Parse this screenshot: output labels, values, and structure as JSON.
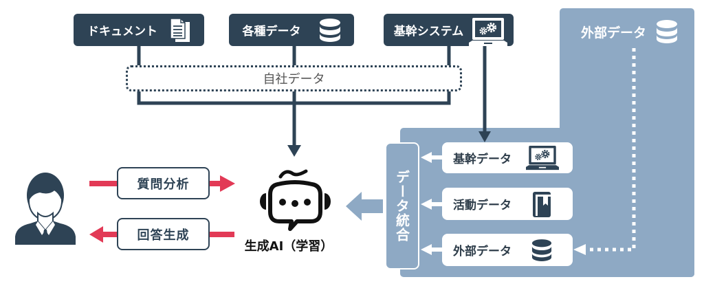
{
  "sources": [
    {
      "label": "ドキュメント",
      "icon": "document-icon"
    },
    {
      "label": "各種データ",
      "icon": "database-icon"
    },
    {
      "label": "基幹システム",
      "icon": "laptop-gear-icon"
    }
  ],
  "internal_data": {
    "label": "自社データ"
  },
  "external_source": {
    "label": "外部データ",
    "icon": "database-icon"
  },
  "integration": {
    "label": "データ統合"
  },
  "data_items": [
    {
      "label": "基幹データ",
      "icon": "laptop-gear-icon"
    },
    {
      "label": "活動データ",
      "icon": "book-icon"
    },
    {
      "label": "外部データ",
      "icon": "database-icon"
    }
  ],
  "ai": {
    "label": "生成AI（学習）",
    "icon": "chatbot-icon"
  },
  "user": {
    "icon": "businessman-icon"
  },
  "flows": [
    {
      "label": "質問分析",
      "direction": "user-to-ai"
    },
    {
      "label": "回答生成",
      "direction": "ai-to-user"
    }
  ],
  "colors": {
    "dark": "#2e4355",
    "panel": "#8ea9c4",
    "accent_red": "#e23a56",
    "background": "#ffffff"
  }
}
